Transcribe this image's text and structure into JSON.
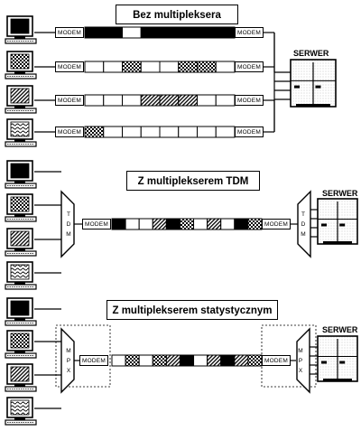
{
  "sections": {
    "s1": {
      "title": "Bez multipleksera",
      "server_label": "SERWER",
      "modem_label": "MODEM"
    },
    "s2": {
      "title": "Z multiplekserem TDM",
      "server_label": "SERWER",
      "modem_label": "MODEM",
      "mux_label": "TDM"
    },
    "s3": {
      "title": "Z multiplekserem statystycznym",
      "server_label": "SERWER",
      "modem_label": "MODEM",
      "mux_label": "MPX"
    }
  },
  "terminal_patterns": [
    "solid",
    "checker",
    "diagonal",
    "wave"
  ],
  "streams": {
    "s1_line1": [
      "solid",
      "solid",
      "empty",
      "solid",
      "solid",
      "solid",
      "solid",
      "solid"
    ],
    "s1_line2": [
      "empty",
      "empty",
      "checker",
      "empty",
      "empty",
      "checker",
      "checker",
      "empty"
    ],
    "s1_line3": [
      "empty",
      "empty",
      "empty",
      "diagonal",
      "diagonal",
      "diagonal",
      "empty",
      "empty"
    ],
    "s1_line4": [
      "checker",
      "empty",
      "empty",
      "empty",
      "empty",
      "empty",
      "empty",
      "empty"
    ],
    "s2": [
      "solid",
      "empty",
      "empty",
      "diagonal",
      "solid",
      "checker",
      "empty",
      "diagonal",
      "empty",
      "solid",
      "checker"
    ],
    "s3": [
      "empty",
      "checker",
      "empty",
      "checker",
      "diagonal",
      "solid",
      "empty",
      "diagonal",
      "solid",
      "diagonal",
      "checker"
    ]
  }
}
